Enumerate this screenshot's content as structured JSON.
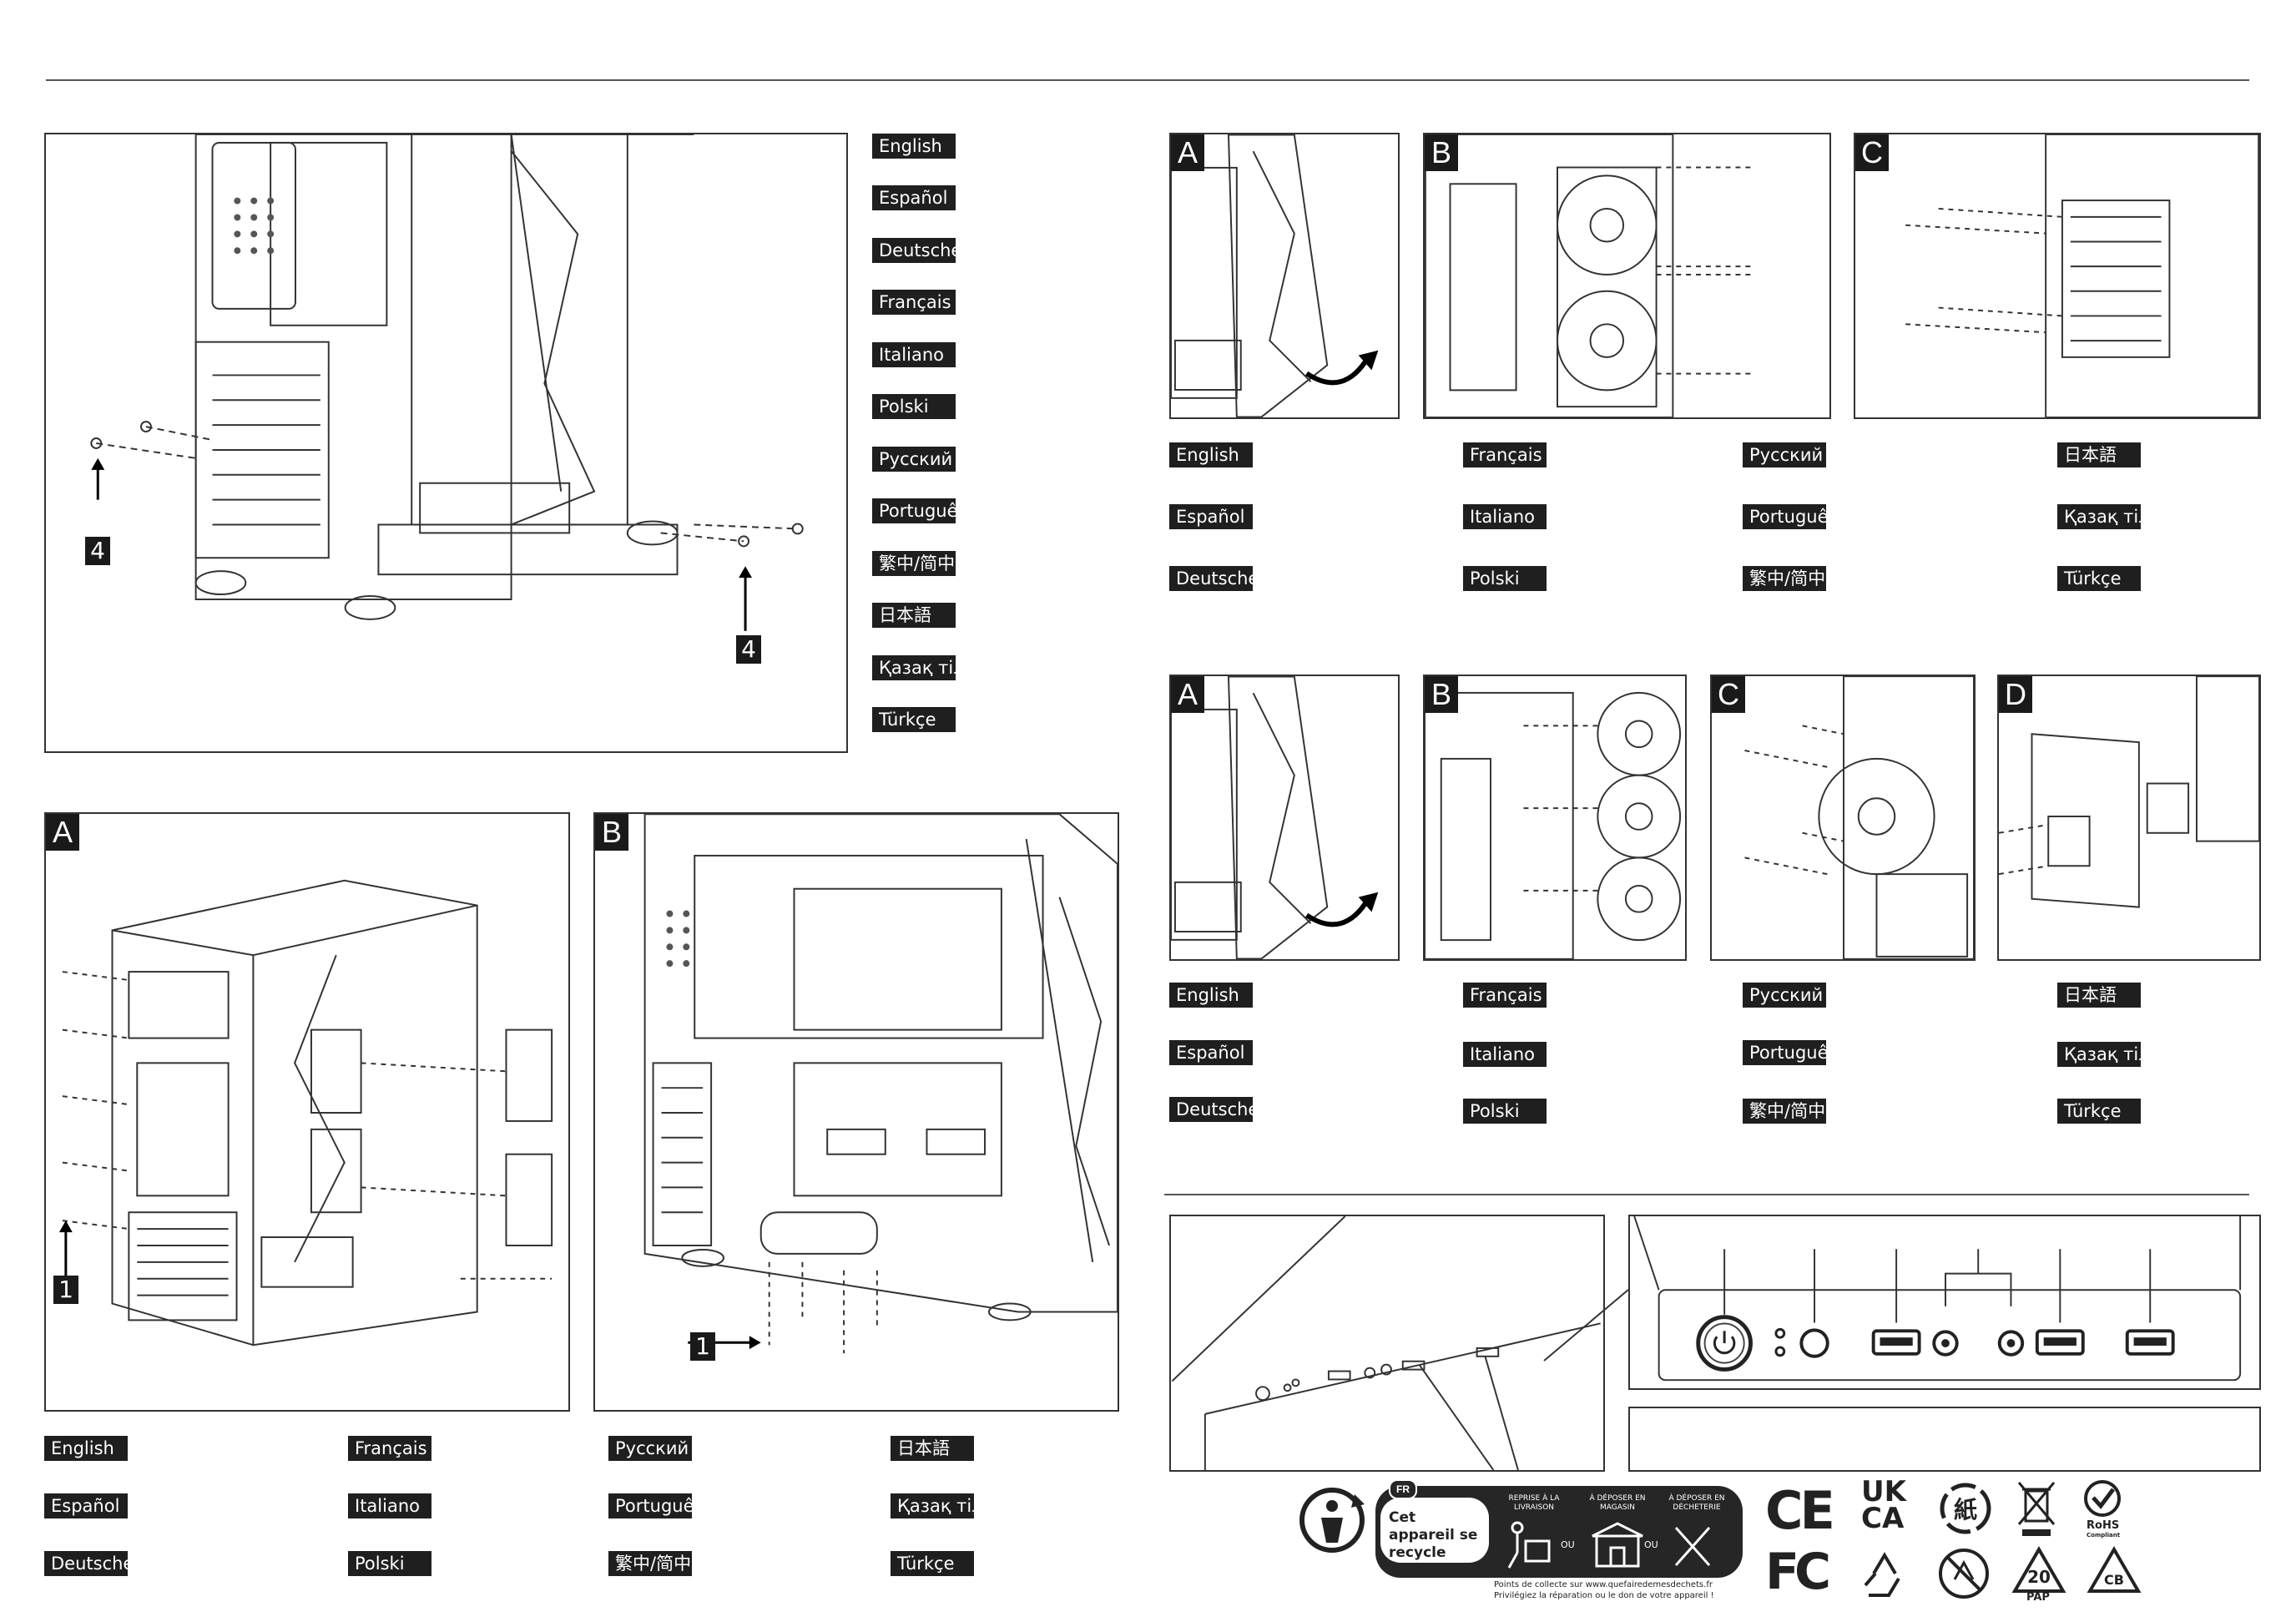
{
  "languages": [
    "English",
    "Español",
    "Deutsche",
    "Français",
    "Italiano",
    "Polski",
    "Русский",
    "Português",
    "繁中/简中",
    "日本語",
    "Қазақ тілі",
    "Türkçe"
  ],
  "panels": {
    "a1": "A",
    "b1": "B",
    "c1": "C",
    "a2": "A",
    "b2": "B",
    "c2": "C",
    "d2": "D",
    "a3": "A",
    "b3": "B"
  },
  "steps": {
    "top_left": "4",
    "top_right": "4",
    "bottom_a": "1",
    "bottom_b": "1"
  },
  "recycling": {
    "badge": "FR",
    "title": "Cet appareil se recycle",
    "option1": "REPRISE À LA LIVRAISON",
    "option2": "À DÉPOSER EN MAGASIN",
    "option3": "À DÉPOSER EN DÉCHETERIE",
    "or": "OU",
    "footer1": "Points de collecte sur www.quefairedemesdechets.fr",
    "footer2": "Privilégiez la réparation ou le don de votre appareil !"
  },
  "certs": {
    "ce": "CE",
    "ukca_top": "UK",
    "ukca_bottom": "CA",
    "rohs": "RoHS",
    "rohs_sub": "Compliant",
    "fc": "FC",
    "pap": "PAP",
    "pap_num": "20",
    "cb": "CB",
    "paper": "紙"
  }
}
